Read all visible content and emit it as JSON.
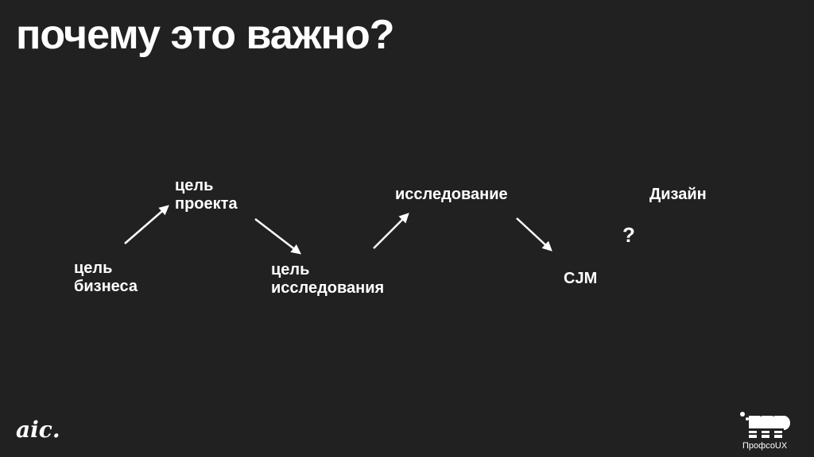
{
  "title": "почему это важно?",
  "nodes": {
    "business_goal": [
      "цель",
      "бизнеса"
    ],
    "project_goal": [
      "цель",
      "проекта"
    ],
    "research_goal": [
      "цель",
      "исследования"
    ],
    "research": "исследование",
    "cjm": "CJM",
    "design": "Дизайн",
    "question": "?"
  },
  "logos": {
    "aic": "aic.",
    "profsoux": "ПрофсоUX"
  }
}
